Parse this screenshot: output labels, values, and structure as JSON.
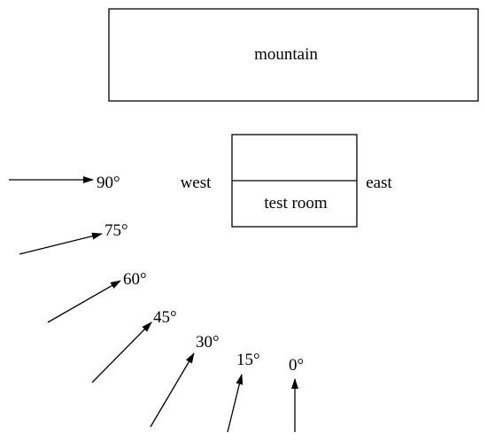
{
  "labels": {
    "mountain": "mountain",
    "test_room": "test room",
    "west": "west",
    "east": "east"
  },
  "angles": [
    {
      "label": "90°"
    },
    {
      "label": "75°"
    },
    {
      "label": "60°"
    },
    {
      "label": "45°"
    },
    {
      "label": "30°"
    },
    {
      "label": "15°"
    },
    {
      "label": "0°"
    }
  ],
  "colors": {
    "stroke": "#000000",
    "background": "#ffffff"
  }
}
